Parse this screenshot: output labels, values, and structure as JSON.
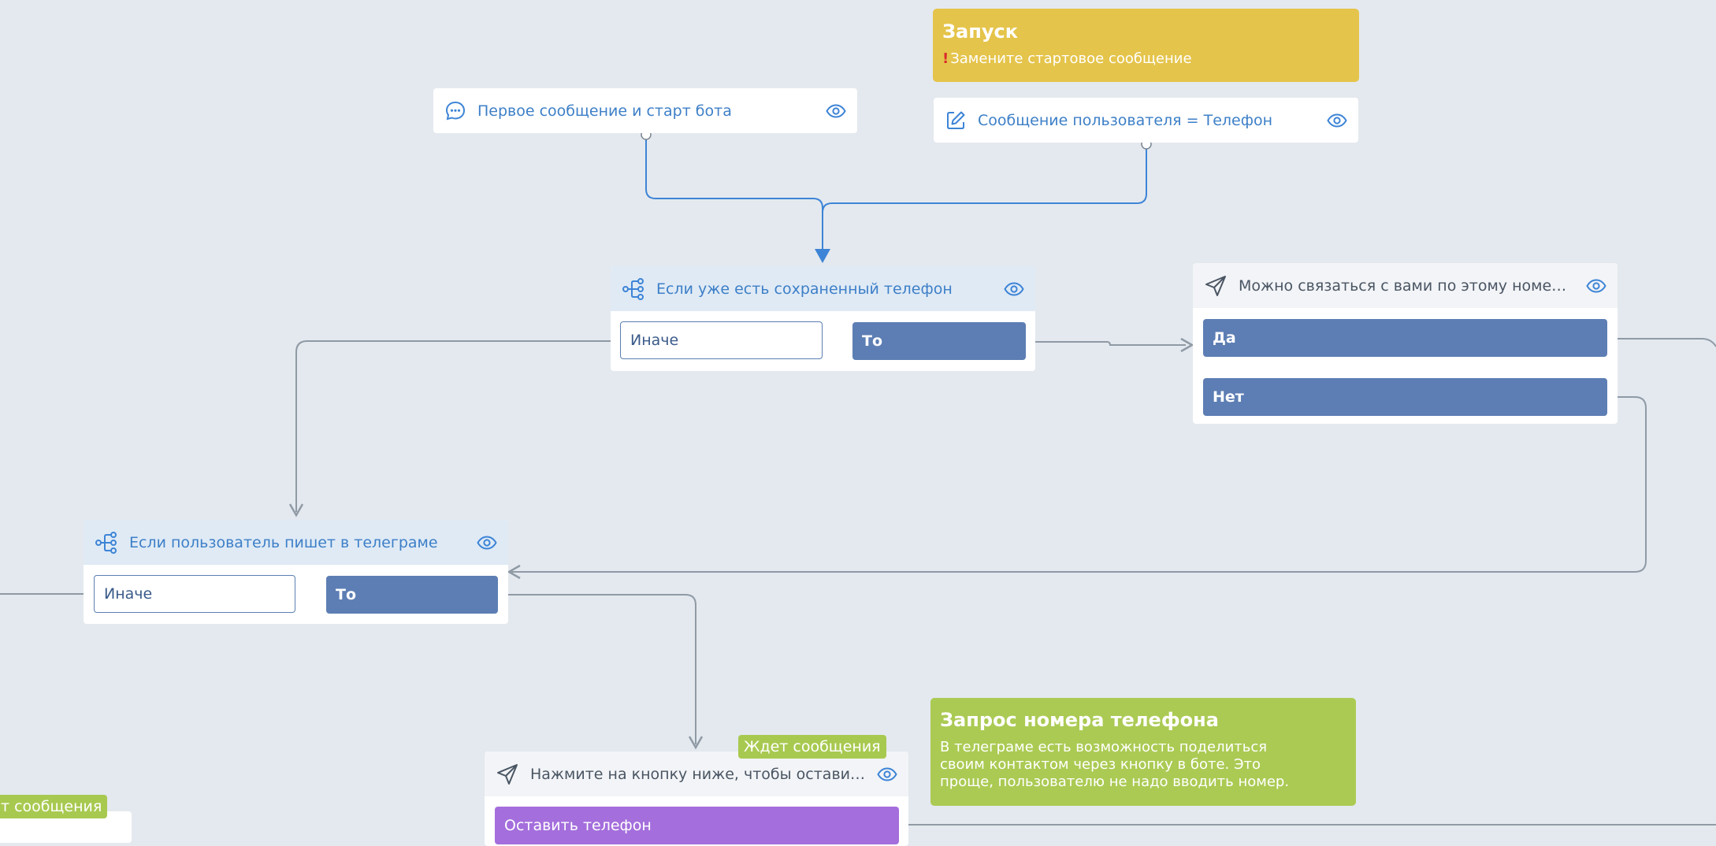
{
  "colors": {
    "canvas": "#e4e9ef",
    "start_note": "#e5c44b",
    "info_note": "#abca53",
    "button": "#5d7eb4",
    "purple_button": "#a46edc",
    "wait_tag": "#a8c950",
    "link_text": "#3d7fc7"
  },
  "start_note": {
    "title": "Запуск",
    "warning_icon": "!",
    "text": "Замените стартовое сообщение"
  },
  "trigger_first": {
    "icon": "chat-icon",
    "label": "Первое сообщение и старт бота",
    "view_icon": "eye-icon"
  },
  "trigger_phone": {
    "icon": "edit-icon",
    "label": "Сообщение пользователя = Телефон",
    "view_icon": "eye-icon"
  },
  "cond_phone": {
    "icon": "branch-icon",
    "label": "Если уже есть сохраненный телефон",
    "else_label": "Иначе",
    "then_label": "То",
    "view_icon": "eye-icon"
  },
  "msg_confirm": {
    "icon": "send-icon",
    "label": "Можно связаться с вами по этому номеру:…",
    "yes_label": "Да",
    "no_label": "Нет",
    "view_icon": "eye-icon"
  },
  "cond_telegram": {
    "icon": "branch-icon",
    "label": "Если пользователь пишет в телеграме",
    "else_label": "Иначе",
    "then_label": "То",
    "view_icon": "eye-icon"
  },
  "msg_request": {
    "icon": "send-icon",
    "label": "Нажмите на кнопку ниже, чтобы оставить…",
    "wait_tag": "Ждет сообщения",
    "button_label": "Оставить телефон",
    "view_icon": "eye-icon"
  },
  "info_note": {
    "title": "Запрос номера телефона",
    "text": "В телеграме есть возможность поделиться своим контактом через кнопку в боте. Это проще, пользователю не надо вводить номер."
  },
  "left_partial": {
    "wait_tag": "т сообщения"
  }
}
